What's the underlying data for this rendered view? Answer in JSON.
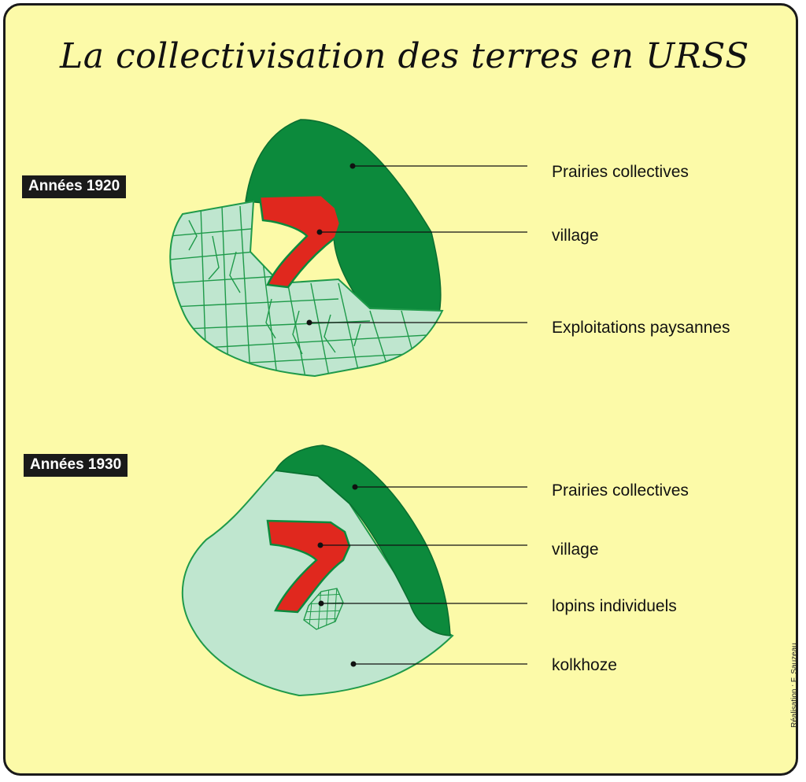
{
  "title": "La collectivisation des terres en URSS",
  "credit": "Réalisation : F. Sauzeau",
  "colors": {
    "background": "#fcfaa8",
    "prairies": "#0c8a3c",
    "village": "#e0281e",
    "farmland": "#bfe6cf",
    "outline": "#1f9a4a",
    "badge": "#1a1a1a"
  },
  "panels": [
    {
      "period": "Années 1920",
      "labels": [
        {
          "text": "Prairies collectives"
        },
        {
          "text": "village"
        },
        {
          "text": "Exploitations paysannes"
        }
      ]
    },
    {
      "period": "Années 1930",
      "labels": [
        {
          "text": "Prairies collectives"
        },
        {
          "text": "village"
        },
        {
          "text": "lopins individuels"
        },
        {
          "text": "kolkhoze"
        }
      ]
    }
  ]
}
